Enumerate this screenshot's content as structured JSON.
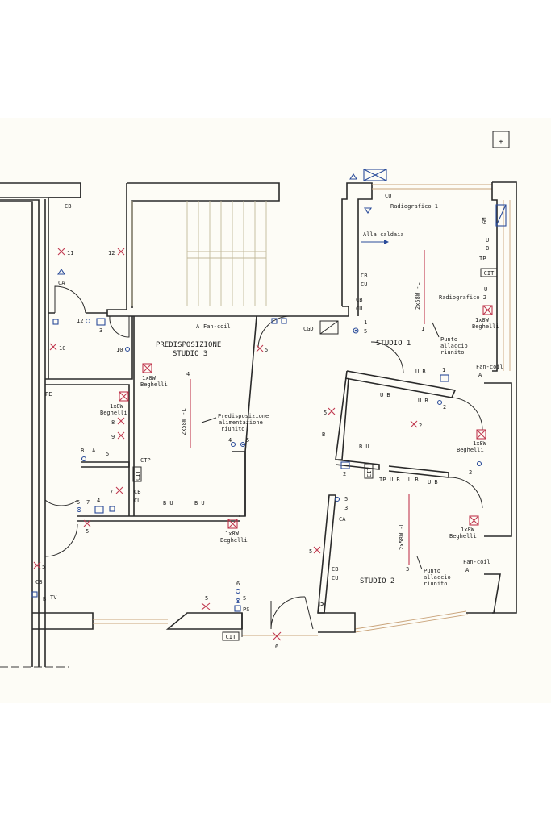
{
  "rooms": {
    "predisposizione_line1": "PREDISPOSIZIONE",
    "predisposizione_line2": "STUDIO 3",
    "studio1": "STUDIO 1",
    "studio2": "STUDIO 2"
  },
  "notes": {
    "alla_caldaia": "Alla caldaia",
    "predisp_alim_1": "Predisposizione",
    "predisp_alim_2": "alimentazione",
    "predisp_alim_3": "riunito",
    "punto_1": "Punto",
    "allaccio_1": "allaccio",
    "riunito_1": "riunito",
    "punto_2": "Punto",
    "allaccio_2": "allaccio",
    "riunito_2": "riunito",
    "radiografico1": "Radiografico 1",
    "radiografico2": "Radiografico 2",
    "fancoil_top": "Fan-coil",
    "fancoil_s1": "Fan-coil",
    "fancoil_s2": "Fan-coil",
    "cgd": "CGD",
    "ps": "PS",
    "pe": "PE",
    "gm": "GM"
  },
  "fixtures": {
    "lamp_2x58": "2x58W -L",
    "beghelli_size": "1x8W",
    "beghelli_name": "Beghelli"
  },
  "boxes": {
    "cit": "CIT",
    "plus": "+"
  },
  "sockets": {
    "b": "B",
    "u": "U",
    "a": "A",
    "tp": "TP",
    "tv": "TV",
    "cb": "CB",
    "cu": "CU",
    "ca": "CA",
    "ctp": "CTP",
    "ub": "U B",
    "bu": "B U"
  },
  "circuits": {
    "n1": "1",
    "n2": "2",
    "n3": "3",
    "n4": "4",
    "n5": "5",
    "n6": "6",
    "n7": "7",
    "n8": "8",
    "n9": "9",
    "n10": "10",
    "n11": "11",
    "n12": "12"
  }
}
